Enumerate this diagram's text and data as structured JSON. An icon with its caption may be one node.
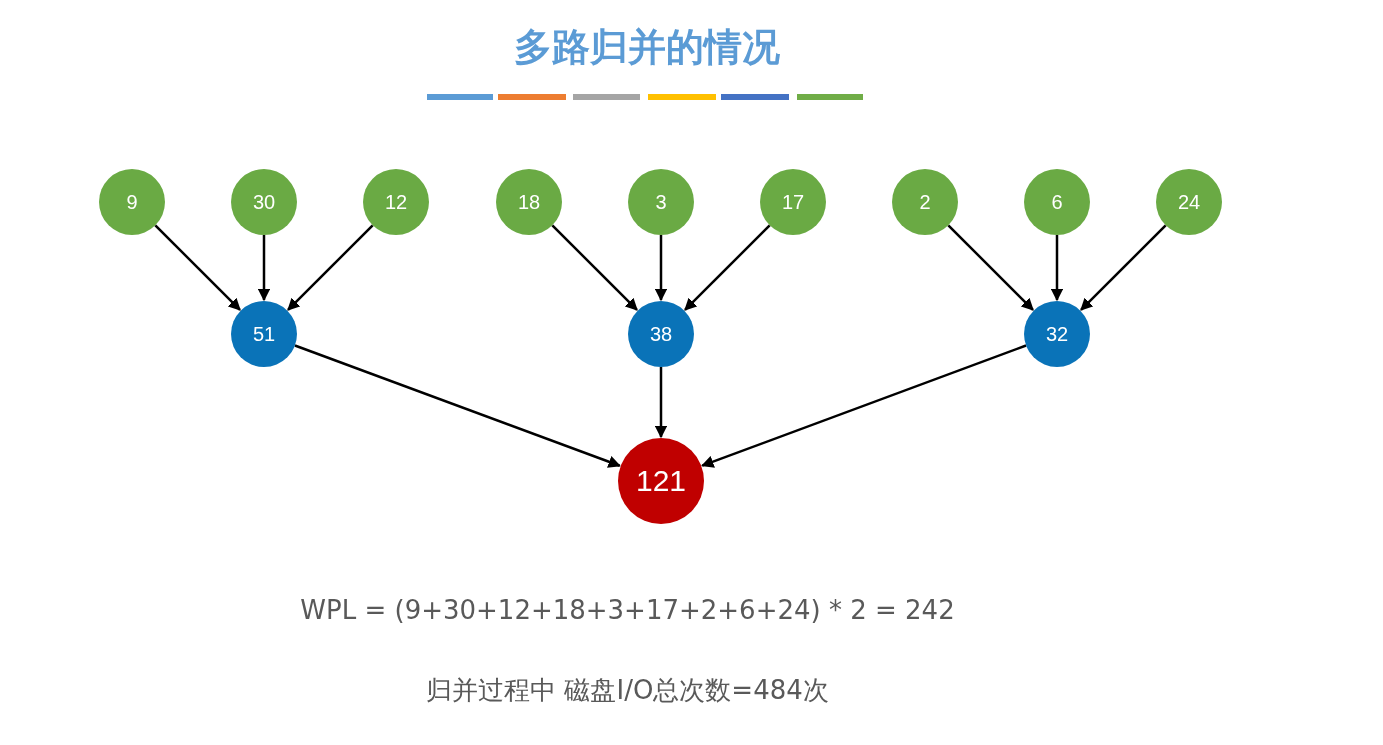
{
  "diagram": {
    "title": "多路归并的情况",
    "nodes": [
      {
        "text": [
          "9"
        ]
      },
      {
        "text": [
          "30"
        ]
      },
      {
        "text": [
          "12"
        ]
      },
      {
        "text": [
          "18"
        ]
      },
      {
        "text": [
          "3"
        ]
      },
      {
        "text": [
          "17"
        ]
      },
      {
        "text": [
          "2"
        ]
      },
      {
        "text": [
          "6"
        ]
      },
      {
        "text": [
          "24"
        ]
      },
      {
        "text": [
          "51"
        ]
      },
      {
        "text": [
          "38"
        ]
      },
      {
        "text": [
          "32"
        ]
      },
      {
        "text": [
          "121"
        ]
      }
    ],
    "edges": [
      {
        "from": 0,
        "to": 9,
        "arrow": "to"
      },
      {
        "from": 1,
        "to": 9,
        "arrow": "to"
      },
      {
        "from": 2,
        "to": 9,
        "arrow": "to"
      },
      {
        "from": 3,
        "to": 10,
        "arrow": "to"
      },
      {
        "from": 4,
        "to": 10,
        "arrow": "to"
      },
      {
        "from": 5,
        "to": 10,
        "arrow": "to"
      },
      {
        "from": 6,
        "to": 11,
        "arrow": "to"
      },
      {
        "from": 7,
        "to": 11,
        "arrow": "to"
      },
      {
        "from": 8,
        "to": 11,
        "arrow": "to"
      },
      {
        "from": 9,
        "to": 12,
        "arrow": "to"
      },
      {
        "from": 10,
        "to": 12,
        "arrow": "to"
      },
      {
        "from": 11,
        "to": 12,
        "arrow": "to"
      }
    ],
    "labels": [
      "WPL = (9+30+12+18+3+17+2+6+24) * 2 = 242",
      "归并过程中 磁盘I/O总次数=484次"
    ]
  }
}
